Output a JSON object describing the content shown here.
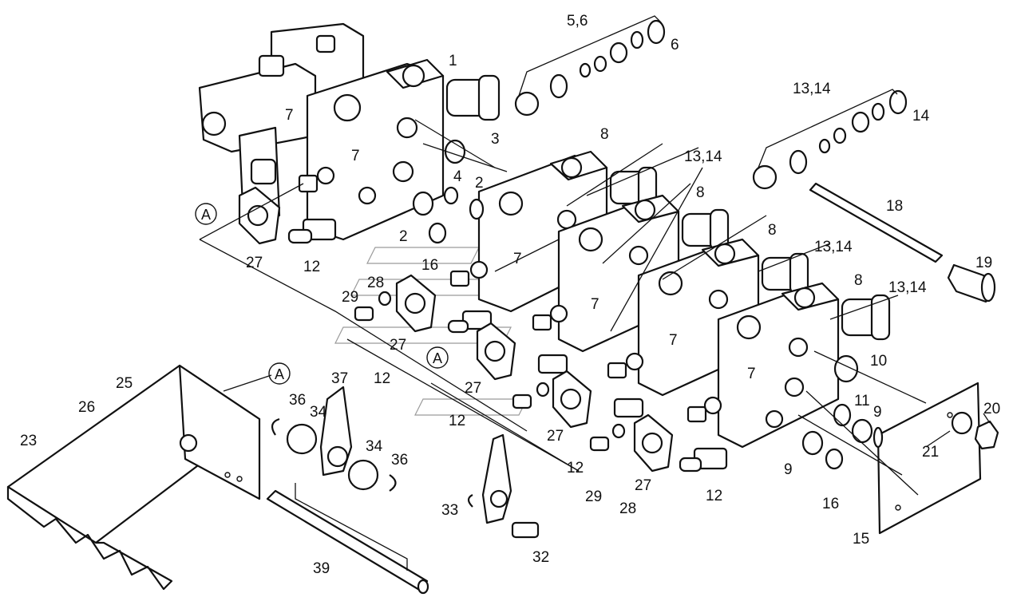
{
  "markers": [
    "A",
    "A",
    "A"
  ],
  "labels": [
    "1",
    "5,6",
    "6",
    "7",
    "3",
    "8",
    "13,14",
    "14",
    "7",
    "4",
    "2",
    "13,14",
    "8",
    "18",
    "2",
    "8",
    "13,14",
    "19",
    "27",
    "12",
    "16",
    "7",
    "8",
    "13,14",
    "28",
    "29",
    "7",
    "27",
    "7",
    "10",
    "12",
    "7",
    "27",
    "25",
    "37",
    "11",
    "9",
    "20",
    "26",
    "36",
    "34",
    "12",
    "27",
    "23",
    "34",
    "21",
    "36",
    "12",
    "9",
    "27",
    "12",
    "29",
    "16",
    "28",
    "33",
    "15",
    "32",
    "39"
  ]
}
